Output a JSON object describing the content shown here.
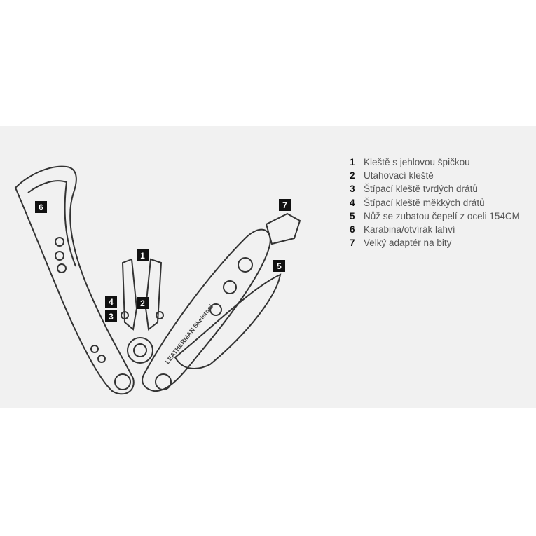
{
  "callouts": [
    "1",
    "2",
    "3",
    "4",
    "5",
    "6",
    "7"
  ],
  "legend": [
    {
      "num": "1",
      "label": "Kleště s jehlovou špičkou"
    },
    {
      "num": "2",
      "label": "Utahovací kleště"
    },
    {
      "num": "3",
      "label": "Štípací kleště tvrdých drátů"
    },
    {
      "num": "4",
      "label": "Štípací kleště měkkých drátů"
    },
    {
      "num": "5",
      "label": "Nůž se zubatou čepelí z oceli 154CM"
    },
    {
      "num": "6",
      "label": "Karabina/otvírák lahví"
    },
    {
      "num": "7",
      "label": "Velký adaptér na bity"
    }
  ],
  "brand_logo_text": "LEATHERMAN Skeletool"
}
